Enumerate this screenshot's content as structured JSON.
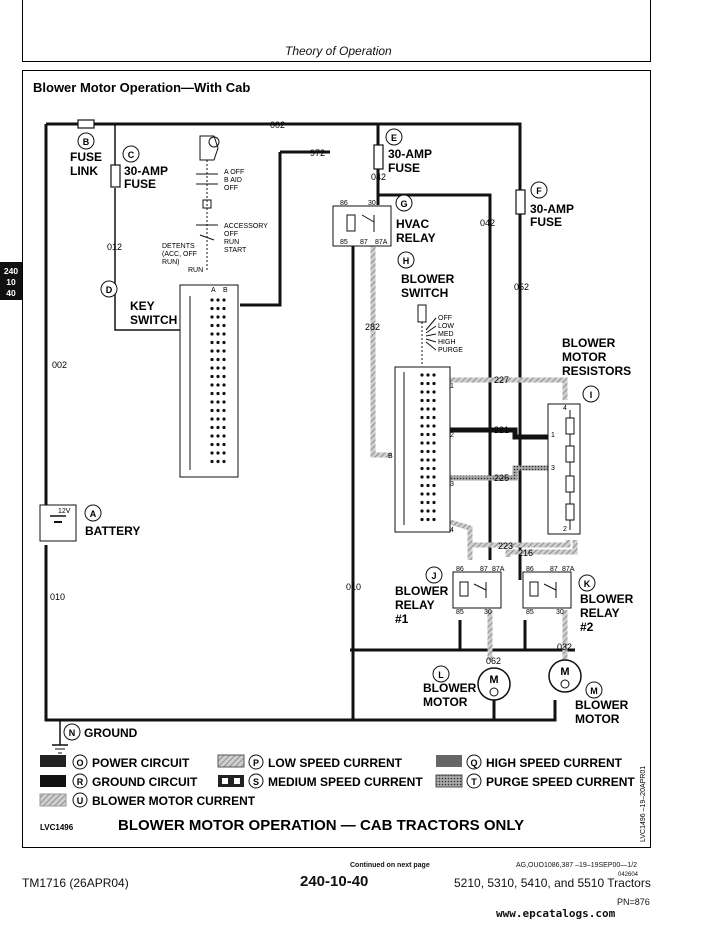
{
  "header": {
    "section_title": "Theory of Operation"
  },
  "side_tab": {
    "lines": [
      "240",
      "10",
      "40"
    ]
  },
  "diagram": {
    "title": "Blower Motor Operation—With Cab",
    "components": {
      "fuse_link": {
        "letter": "B",
        "label_line1": "FUSE",
        "label_line2": "LINK"
      },
      "fuse_30a_c": {
        "letter": "C",
        "label_line1": "30-AMP",
        "label_line2": "FUSE"
      },
      "key_switch": {
        "letter": "D",
        "label_line1": "KEY",
        "label_line2": "SWITCH"
      },
      "fuse_30a_e": {
        "letter": "E",
        "label_line1": "30-AMP",
        "label_line2": "FUSE"
      },
      "fuse_30a_f": {
        "letter": "F",
        "label_line1": "30-AMP",
        "label_line2": "FUSE"
      },
      "hvac_relay": {
        "letter": "G",
        "label_line1": "HVAC",
        "label_line2": "RELAY"
      },
      "blower_switch": {
        "letter": "H",
        "label_line1": "BLOWER",
        "label_line2": "SWITCH"
      },
      "blower_motor_resistors": {
        "letter": "I",
        "label_line1": "BLOWER",
        "label_line2": "MOTOR",
        "label_line3": "RESISTORS"
      },
      "battery": {
        "letter": "A",
        "label": "BATTERY",
        "voltage": "12V"
      },
      "blower_relay_1": {
        "letter": "J",
        "label_line1": "BLOWER",
        "label_line2": "RELAY",
        "label_line3": "#1"
      },
      "blower_relay_2": {
        "letter": "K",
        "label_line1": "BLOWER",
        "label_line2": "RELAY",
        "label_line3": "#2"
      },
      "blower_motor_l": {
        "letter": "L",
        "label_line1": "BLOWER",
        "label_line2": "MOTOR"
      },
      "blower_motor_m": {
        "letter": "M",
        "label_line1": "BLOWER",
        "label_line2": "MOTOR"
      },
      "ground": {
        "letter": "N",
        "label": "GROUND"
      }
    },
    "key_switch_positions": {
      "a_off": "A OFF",
      "b_aid": "B AID",
      "off": "OFF",
      "off_run": "(RUN)",
      "accessory": "ACCESSORY",
      "off2": "OFF",
      "run": "RUN",
      "start": "START",
      "detents_1": "DETENTS",
      "detents_2": "(ACC, OFF",
      "detents_3": "RUN)",
      "run_label": "RUN",
      "col_a": "A",
      "col_b": "B"
    },
    "blower_switch_positions": [
      "OFF",
      "LOW",
      "MED",
      "HIGH",
      "PURGE"
    ],
    "relay_pins": {
      "p86": "86",
      "p30": "30",
      "p85": "85",
      "p87": "87",
      "p87a": "87A"
    },
    "wires": {
      "w002a": "002",
      "w002b": "002",
      "w972": "972",
      "w042a": "042",
      "w042b": "042",
      "w012": "012",
      "w052": "052",
      "w282": "282",
      "w227": "227",
      "w221": "221",
      "w225": "225",
      "w223": "223",
      "w216": "216",
      "w010a": "010",
      "w010b": "010",
      "w062": "062",
      "w032": "032"
    },
    "terminals": {
      "s1": "1",
      "s2": "2",
      "s3": "3",
      "s4": "4",
      "sb": "B",
      "r1": "1",
      "r2": "2",
      "r3": "3",
      "r4": "4"
    },
    "legend": [
      {
        "letter": "O",
        "label": "POWER CIRCUIT"
      },
      {
        "letter": "P",
        "label": "LOW SPEED CURRENT"
      },
      {
        "letter": "Q",
        "label": "HIGH SPEED CURRENT"
      },
      {
        "letter": "R",
        "label": "GROUND CIRCUIT"
      },
      {
        "letter": "S",
        "label": "MEDIUM SPEED CURRENT"
      },
      {
        "letter": "T",
        "label": "PURGE SPEED CURRENT"
      },
      {
        "letter": "U",
        "label": "BLOWER MOTOR CURRENT"
      }
    ],
    "figure_id": "LVC1496",
    "caption": "BLOWER MOTOR OPERATION — CAB TRACTORS ONLY",
    "side_code": "LVC1496 –19–20APR01"
  },
  "footer": {
    "continued": "Continued on next page",
    "ag_code": "AG,OUO1086,387 –19–19SEP00—1/2",
    "small_code": "042604",
    "manual": "TM1716 (26APR04)",
    "page": "240-10-40",
    "models": "5210, 5310, 5410, and 5510 Tractors",
    "pn": "PN=876",
    "watermark": "www.epcatalogs.com"
  },
  "colors": {
    "ink": "#111111",
    "hatch_light": "#9a9a9a",
    "hatch_dark": "#555555"
  }
}
